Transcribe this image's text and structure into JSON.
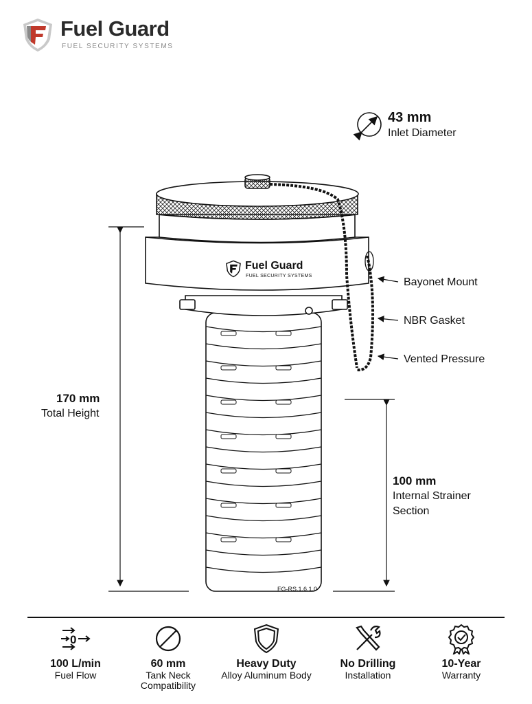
{
  "brand": {
    "name": "Fuel Guard",
    "tagline": "FUEL SECURITY SYSTEMS"
  },
  "product_label": {
    "name": "Fuel Guard",
    "tagline": "FUEL SECURITY SYSTEMS",
    "part_number": "FG-RS.1.6.1.0"
  },
  "inlet": {
    "value": "43 mm",
    "label": "Inlet Diameter"
  },
  "height": {
    "value": "170 mm",
    "label": "Total Height"
  },
  "strainer": {
    "value": "100 mm",
    "label_line1": "Internal Strainer",
    "label_line2": "Section"
  },
  "callouts": [
    "Bayonet Mount",
    "NBR Gasket",
    "Vented Pressure"
  ],
  "features": [
    {
      "icon": "flow-icon",
      "value": "100 L/min",
      "label_line1": "Fuel Flow",
      "label_line2": ""
    },
    {
      "icon": "diameter-icon",
      "value": "60 mm",
      "label_line1": "Tank Neck",
      "label_line2": "Compatibility"
    },
    {
      "icon": "shield-icon",
      "value": "Heavy Duty",
      "label_line1": "Alloy Aluminum Body",
      "label_line2": ""
    },
    {
      "icon": "tools-icon",
      "value": "No Drilling",
      "label_line1": "Installation",
      "label_line2": ""
    },
    {
      "icon": "award-badge-icon",
      "value": "10-Year",
      "label_line1": "Warranty",
      "label_line2": ""
    }
  ]
}
